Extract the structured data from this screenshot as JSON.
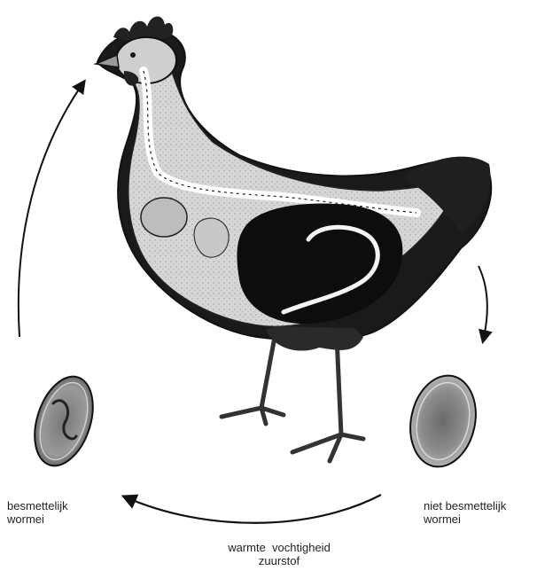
{
  "diagram": {
    "labels": {
      "infective_egg": {
        "line1": "besmettelijk",
        "line2": "wormei"
      },
      "non_infective_egg": {
        "line1": "niet besmettelijk",
        "line2": "wormei"
      },
      "conditions": {
        "line1": "warmte  vochtigheid",
        "line2": "zuurstof"
      }
    },
    "colors": {
      "ink": "#111111",
      "body_fill": "#dcdcdc",
      "gut_fill": "#0d0d0d",
      "worm": "#f4f4f4"
    }
  }
}
